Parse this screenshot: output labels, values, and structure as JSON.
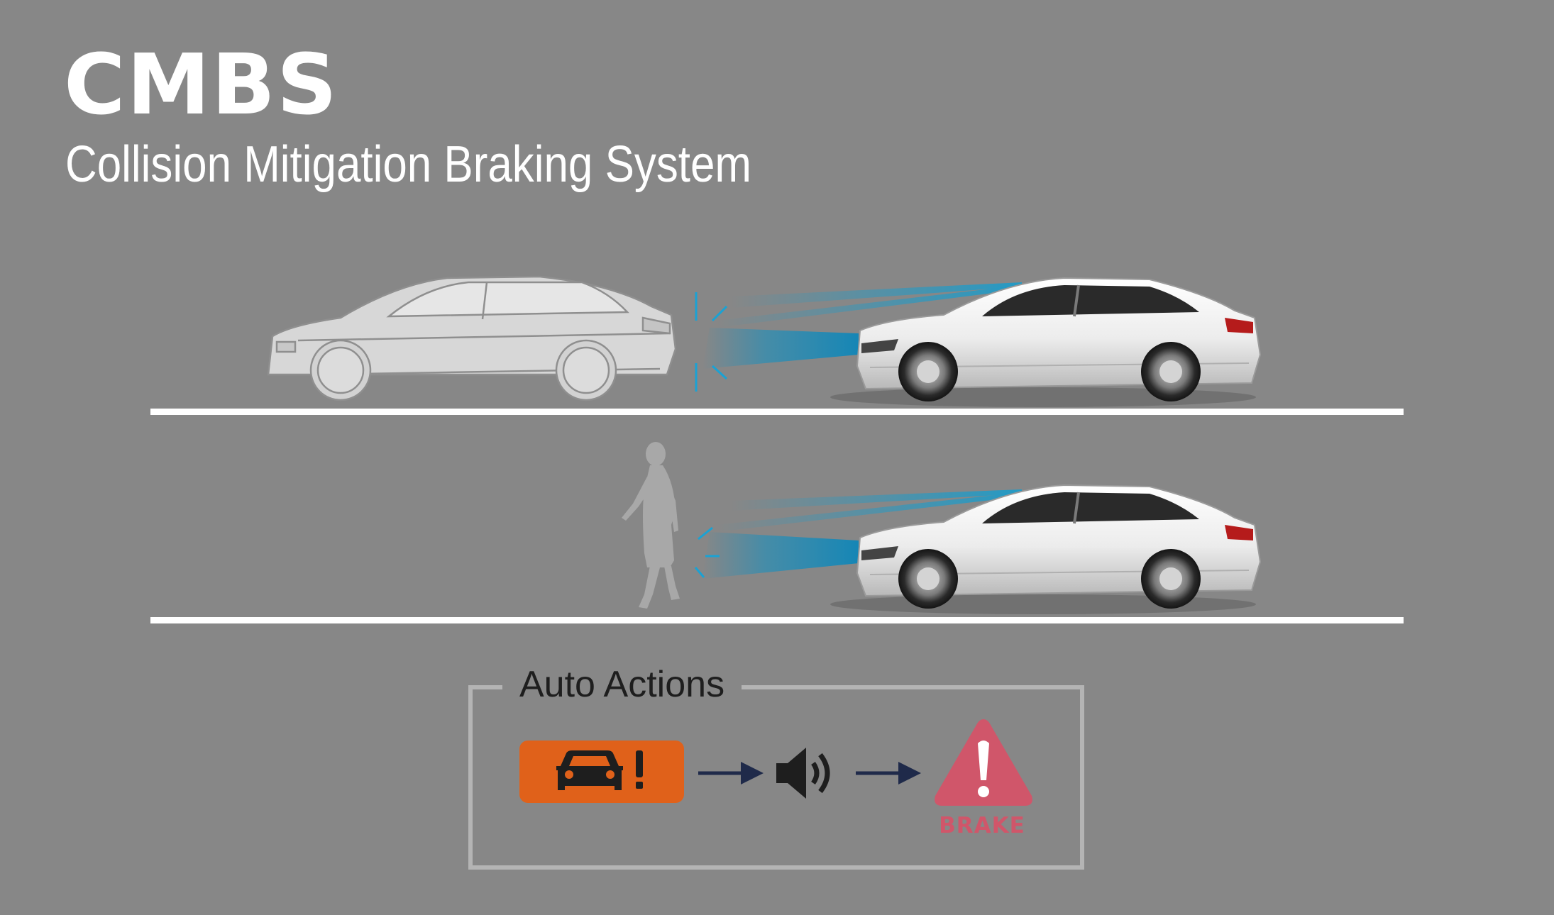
{
  "header": {
    "title": "CMBS",
    "subtitle": "Collision Mitigation Braking System"
  },
  "scenes": [
    {
      "obstacle": "vehicle-outline",
      "subject": "white-sedan"
    },
    {
      "obstacle": "pedestrian-silhouette",
      "subject": "white-sedan"
    }
  ],
  "auto_actions": {
    "label": "Auto Actions",
    "steps": [
      {
        "icon": "car-warning-icon",
        "color": "#e0611a"
      },
      {
        "icon": "speaker-icon",
        "color": "#1e1e1e"
      },
      {
        "icon": "brake-warning-icon",
        "color": "#d0566a",
        "label": "BRAKE"
      }
    ],
    "arrow_color": "#1f2a4a"
  },
  "colors": {
    "background": "#878787",
    "radar": "#1a8fbd",
    "road": "#ffffff"
  }
}
